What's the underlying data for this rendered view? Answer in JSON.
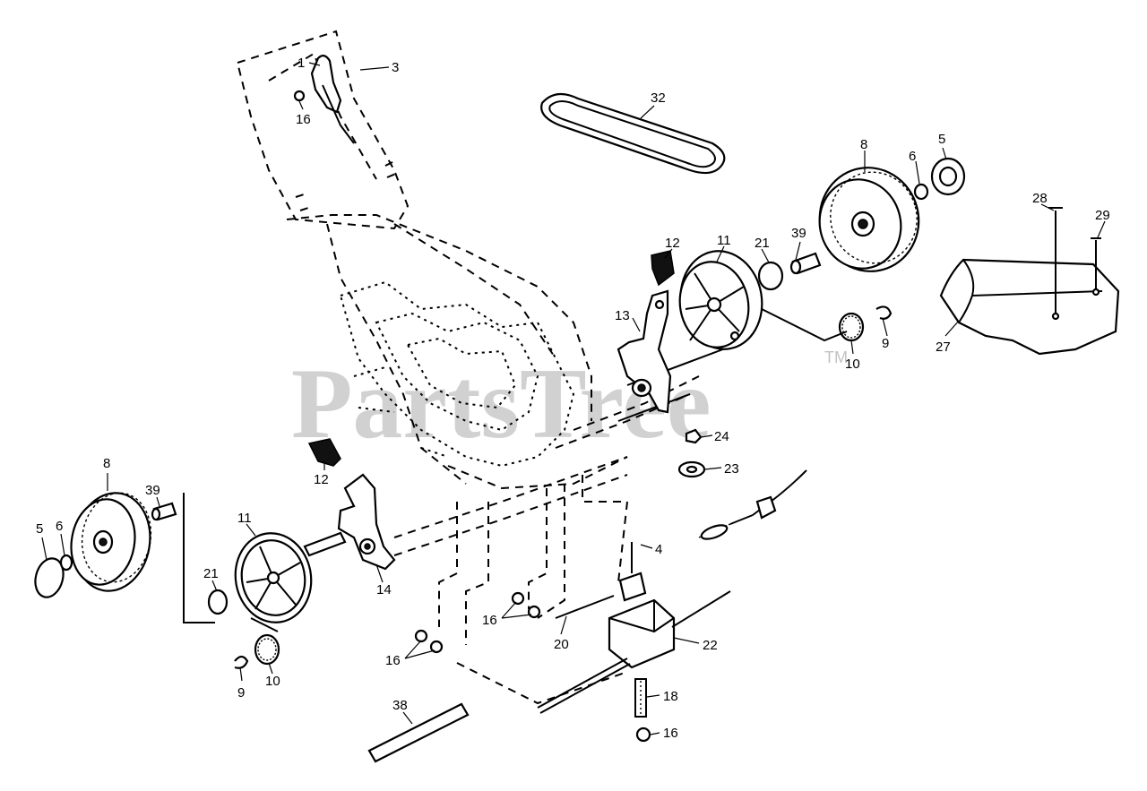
{
  "watermark": {
    "text": "PartsTree",
    "trademark": "TM"
  },
  "callouts": {
    "c1": "1",
    "c3": "3",
    "c16_top": "16",
    "c32": "32",
    "c8_right": "8",
    "c6_right": "6",
    "c5_right": "5",
    "c28": "28",
    "c29": "29",
    "c27": "27",
    "c12_right": "12",
    "c11_right": "11",
    "c21_right": "21",
    "c39_right": "39",
    "c13": "13",
    "c10_right": "10",
    "c9_right": "9",
    "c24": "24",
    "c23": "23",
    "c4": "4",
    "c8_left": "8",
    "c39_left": "39",
    "c5_left": "5",
    "c6_left": "6",
    "c11_left": "11",
    "c21_left": "21",
    "c12_left": "12",
    "c14": "14",
    "c9_left": "9",
    "c10_left": "10",
    "c16_mid_a": "16",
    "c16_mid_b": "16",
    "c20": "20",
    "c22": "22",
    "c18": "18",
    "c16_bottom": "16",
    "c38": "38"
  }
}
